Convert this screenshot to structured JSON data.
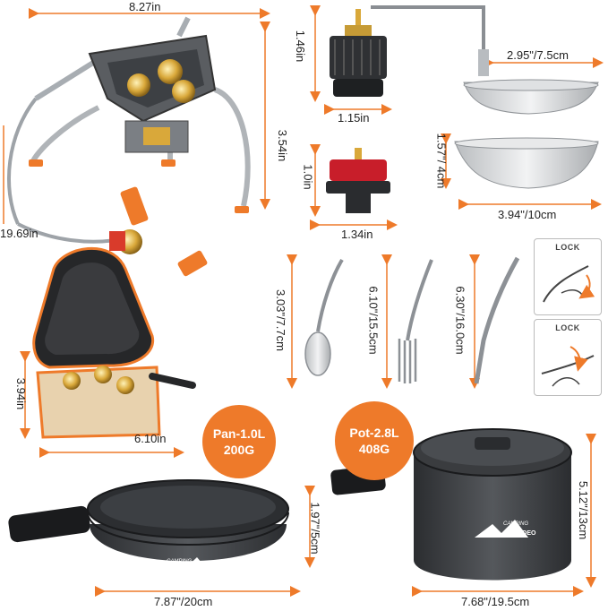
{
  "dimensions": {
    "stove_width": "8.27in",
    "stove_height": "3.54in",
    "hose_length": "19.69in",
    "adapter1_height": "1.46in",
    "adapter1_width": "1.15in",
    "adapter2_height": "1.0in",
    "adapter2_width": "1.34in",
    "bowl_handle": "2.95\"/7.5cm",
    "bowl_height": "1.57\"/ 4cm",
    "bowl_width": "3.94\"/10cm",
    "spoon_length": "3.03\"/7.7cm",
    "fork_length": "6.10\"/15.5cm",
    "knife_length": "6.30\"/16.0cm",
    "case_height": "3.94in",
    "case_width": "6.10in",
    "pan_height": "1.97\"/5cm",
    "pan_width": "7.87\"/20cm",
    "pot_height": "5.12\"/13cm",
    "pot_width": "7.68\"/19.5cm"
  },
  "badges": {
    "pan_name": "Pan-1.0L",
    "pan_weight": "200G",
    "pot_name": "Pot-2.8L",
    "pot_weight": "408G"
  },
  "lock_labels": {
    "top": "LOCK",
    "bottom": "LOCK"
  },
  "brand": {
    "top": "CAMPING",
    "bottom": "WADEO"
  },
  "colors": {
    "accent": "#ee7a2a",
    "cookware": "#3a3c3f",
    "brass": "#d9a83a",
    "adapter_red": "#c81e2a"
  }
}
